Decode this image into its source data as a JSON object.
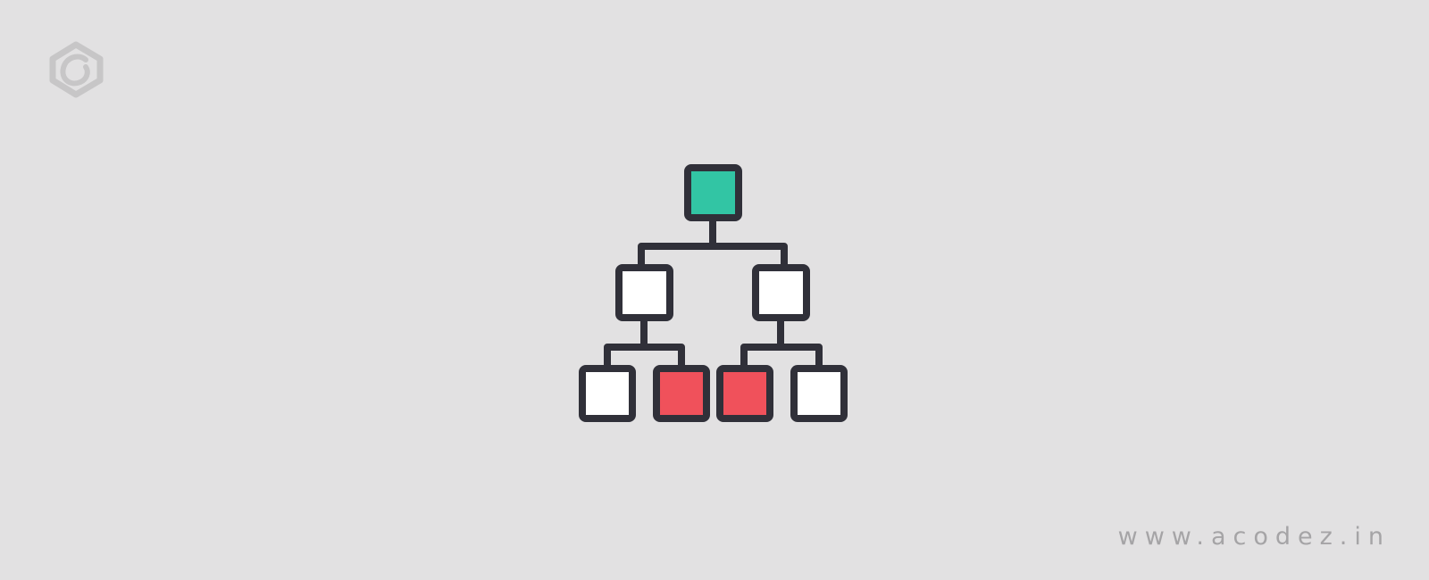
{
  "brand": {
    "logo_icon": "acodez-logo-icon",
    "website": "www.acodez.in"
  },
  "diagram": {
    "type": "hierarchy-tree",
    "levels": [
      [
        "teal"
      ],
      [
        "white",
        "white"
      ],
      [
        "white",
        "red",
        "red",
        "white"
      ]
    ],
    "colors": {
      "background": "#e2e1e2",
      "stroke": "#303039",
      "teal": "#32c5a4",
      "white": "#ffffff",
      "red": "#f0515b",
      "logo": "#c7c6c7",
      "website_text": "#a5a4a6"
    }
  }
}
